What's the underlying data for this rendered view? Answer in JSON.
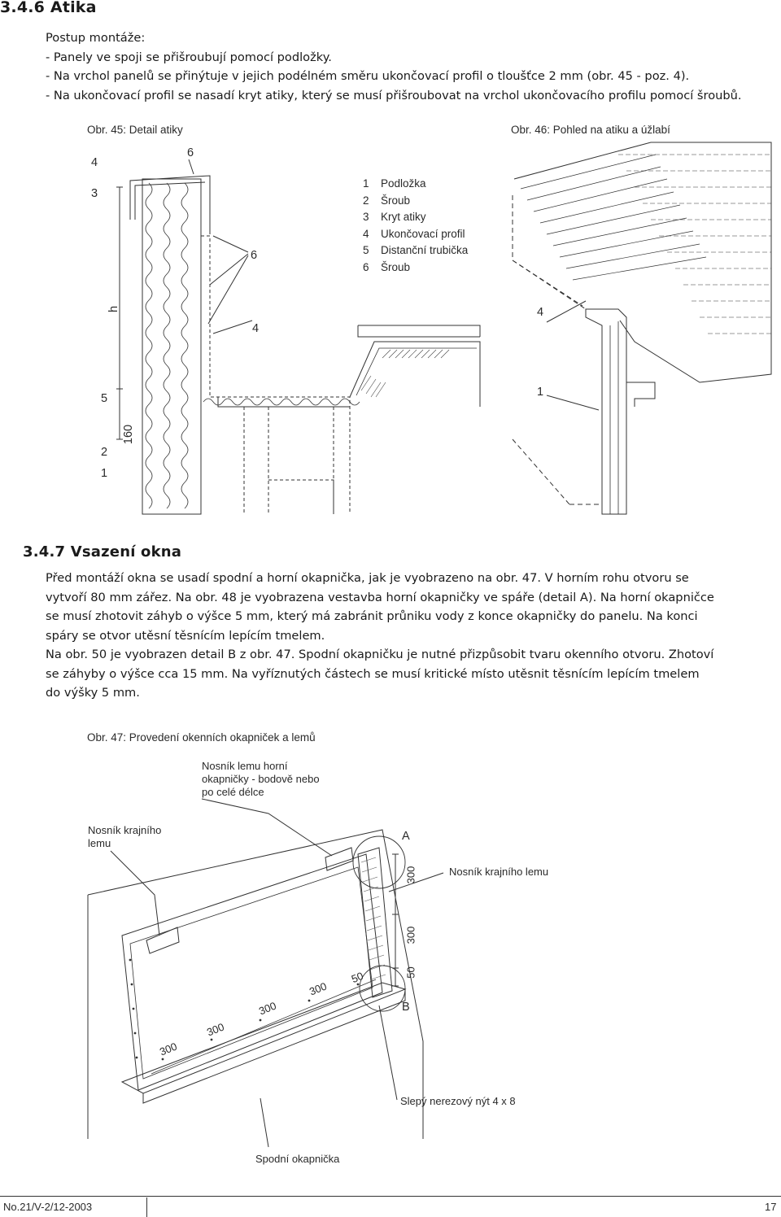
{
  "atika": {
    "heading": "3.4.6 Atika",
    "lines": [
      "Postup montáže:",
      "- Panely ve spoji se přišroubují pomocí podložky.",
      "- Na vrchol panelů se přinýtuje v jejich podélném směru ukončovací profil o tloušťce 2 mm (obr. 45 - poz. 4).",
      "- Na ukončovací profil se nasadí kryt atiky, který se musí přišroubovat na vrchol ukončovacího profilu pomocí šroubů."
    ],
    "fig45_caption": "Obr. 45: Detail atiky",
    "fig46_caption": "Obr. 46: Pohled na atiku a úžlabí",
    "legend": [
      {
        "num": "1",
        "text": "Podložka"
      },
      {
        "num": "2",
        "text": "Šroub"
      },
      {
        "num": "3",
        "text": "Kryt atiky"
      },
      {
        "num": "4",
        "text": "Ukončovací profil"
      },
      {
        "num": "5",
        "text": "Distanční trubička"
      },
      {
        "num": "6",
        "text": "Šroub"
      }
    ],
    "fig45_labels": {
      "n4a": "4",
      "n3": "3",
      "n6a": "6",
      "n6b": "6",
      "h": "h",
      "n4b": "4",
      "n5": "5",
      "n160": "160",
      "n2": "2",
      "n1": "1"
    },
    "fig46_labels": {
      "n4": "4",
      "n1": "1"
    }
  },
  "okno": {
    "heading": "3.4.7 Vsazení okna",
    "lines": [
      "Před montáží okna se usadí spodní a horní okapnička, jak je vyobrazeno na obr. 47. V horním rohu otvoru se",
      "vytvoří 80 mm zářez. Na obr. 48 je vyobrazena vestavba horní okapničky ve spáře (detail A). Na horní okapničce",
      "se musí zhotovit záhyb o výšce 5 mm, který má zabránit průniku vody z konce okapničky do panelu. Na konci",
      "spáry se otvor utěsní těsnícím lepícím tmelem.",
      "Na obr. 50 je vyobrazen detail B z obr. 47. Spodní okapničku je nutné přizpůsobit tvaru okenního otvoru. Zhotoví",
      "se záhyby o výšce cca 15 mm. Na vyříznutých částech se musí kritické místo utěsnit těsnícím lepícím tmelem",
      "do výšky 5 mm."
    ],
    "fig47_caption": "Obr. 47: Provedení okenních okapniček a lemů",
    "labels": {
      "nosnik_horni_1": "Nosník lemu horní",
      "nosnik_horni_2": "okapničky - bodově nebo",
      "nosnik_horni_3": "po celé délce",
      "nosnik_krajni_1": "Nosník krajního",
      "nosnik_krajni_2": "lemu",
      "A": "A",
      "nosnik_krajni_right": "Nosník krajního lemu",
      "B": "B",
      "dim300_v1": "300",
      "dim300_v2": "300",
      "dim50_v": "50",
      "dim50_d": "50",
      "dim300_d1": "300",
      "dim300_d2": "300",
      "dim300_d3": "300",
      "dim300_d4": "300",
      "nyt": "Slepý nerezový nýt 4 x 8",
      "spodni": "Spodní okapnička"
    }
  },
  "footer": {
    "doc": "No.21/V-2/12-2003",
    "page": "17"
  }
}
